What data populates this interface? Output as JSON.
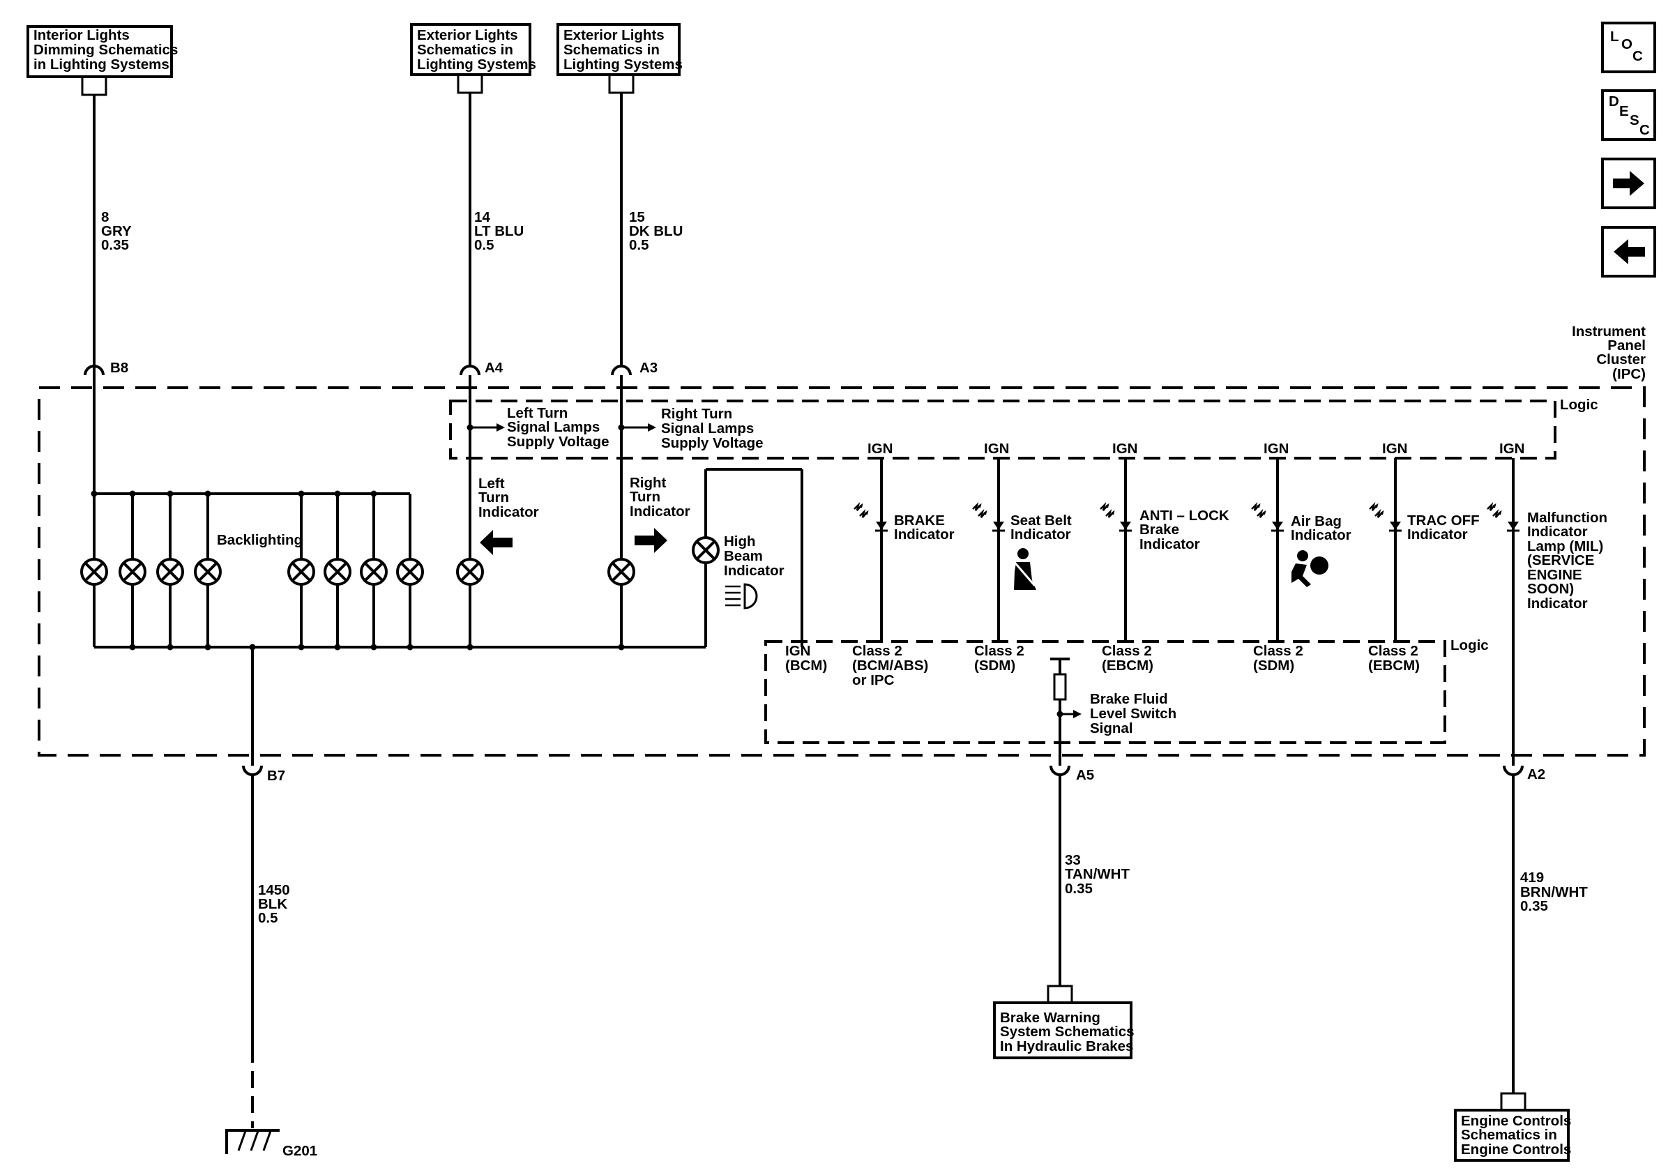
{
  "refs": {
    "interior": [
      "Interior Lights",
      "Dimming Schematics",
      "in Lighting Systems"
    ],
    "exterior_a": [
      "Exterior Lights",
      "Schematics in",
      "Lighting Systems"
    ],
    "exterior_b": [
      "Exterior Lights",
      "Schematics in",
      "Lighting Systems"
    ],
    "brake": [
      "Brake Warning",
      "System Schematics",
      "In Hydraulic Brakes"
    ],
    "engine": [
      "Engine Controls",
      "Schematics in",
      "Engine Controls"
    ]
  },
  "nav": {
    "loc": [
      "L",
      "O",
      "C"
    ],
    "desc": [
      "D",
      "E",
      "S",
      "C"
    ],
    "next_icon": "right-arrow-icon",
    "prev_icon": "left-arrow-icon"
  },
  "wires": {
    "w8": [
      "8",
      "GRY",
      "0.35"
    ],
    "w14": [
      "14",
      "LT BLU",
      "0.5"
    ],
    "w15": [
      "15",
      "DK BLU",
      "0.5"
    ],
    "w1450": [
      "1450",
      "BLK",
      "0.5"
    ],
    "w33": [
      "33",
      "TAN/WHT",
      "0.35"
    ],
    "w419": [
      "419",
      "BRN/WHT",
      "0.35"
    ]
  },
  "pins": {
    "b8": "B8",
    "a4": "A4",
    "a3": "A3",
    "b7": "B7",
    "a5": "A5",
    "a2": "A2"
  },
  "ground": "G201",
  "module": [
    "Instrument",
    "Panel",
    "Cluster",
    "(IPC)"
  ],
  "logic_top": "Logic",
  "logic_bottom": "Logic",
  "supply_left": [
    "Left Turn",
    "Signal Lamps",
    "Supply Voltage"
  ],
  "supply_right": [
    "Right Turn",
    "Signal Lamps",
    "Supply Voltage"
  ],
  "backlighting": "Backlighting",
  "left_turn": [
    "Left",
    "Turn",
    "Indicator"
  ],
  "right_turn": [
    "Right",
    "Turn",
    "Indicator"
  ],
  "high_beam": [
    "High",
    "Beam",
    "Indicator"
  ],
  "ign": "IGN",
  "indicators": {
    "brake": [
      "BRAKE",
      "Indicator"
    ],
    "seatbelt": [
      "Seat Belt",
      "Indicator"
    ],
    "abs": [
      "ANTI – LOCK",
      "Brake",
      "Indicator"
    ],
    "airbag": [
      "Air Bag",
      "Indicator"
    ],
    "trac": [
      "TRAC OFF",
      "Indicator"
    ],
    "mil": [
      "Malfunction",
      "Indicator",
      "Lamp (MIL)",
      "(SERVICE",
      "ENGINE",
      "SOON)",
      "Indicator"
    ]
  },
  "logic_labels": {
    "bcm": [
      "IGN",
      "(BCM)"
    ],
    "c1": [
      "Class 2",
      "(BCM/ABS)",
      "or IPC"
    ],
    "c2": [
      "Class 2",
      "(SDM)"
    ],
    "c3": [
      "Class 2",
      "(EBCM)"
    ],
    "c4": [
      "Class 2",
      "(SDM)"
    ],
    "c5": [
      "Class 2",
      "(EBCM)"
    ]
  },
  "brake_fluid": [
    "Brake Fluid",
    "Level Switch",
    "Signal"
  ]
}
